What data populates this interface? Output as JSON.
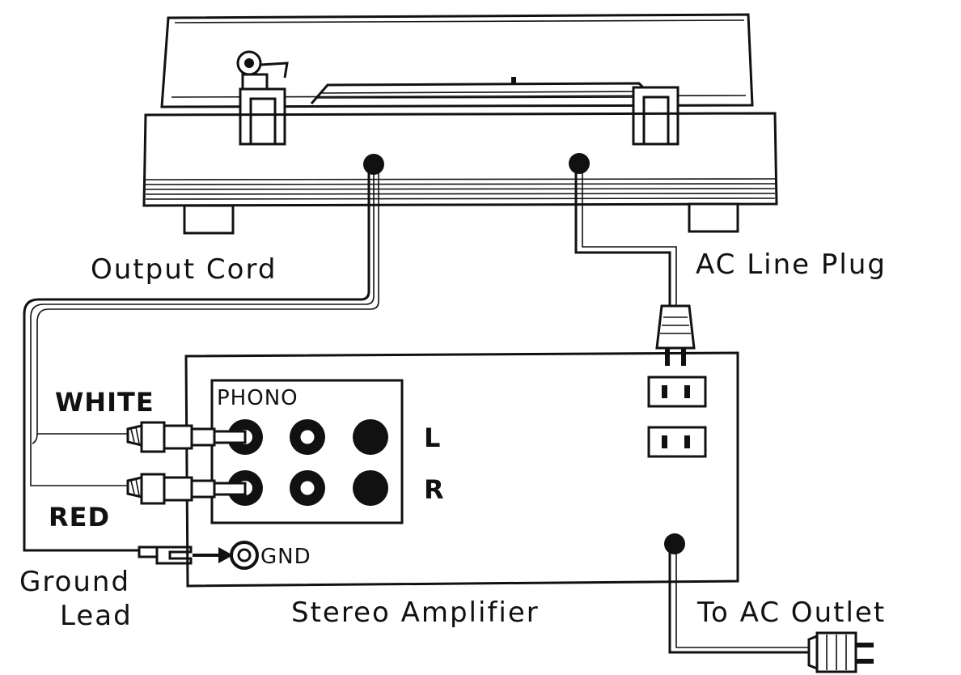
{
  "labels": {
    "output_cord": "Output Cord",
    "ac_line_plug": "AC Line Plug",
    "white": "WHITE",
    "red": "RED",
    "phono": "PHONO",
    "left_channel": "L",
    "right_channel": "R",
    "gnd": "GND",
    "ground_lead_line1": "Ground",
    "ground_lead_line2": "Lead",
    "stereo_amplifier": "Stereo Amplifier",
    "to_ac_outlet": "To AC Outlet"
  }
}
